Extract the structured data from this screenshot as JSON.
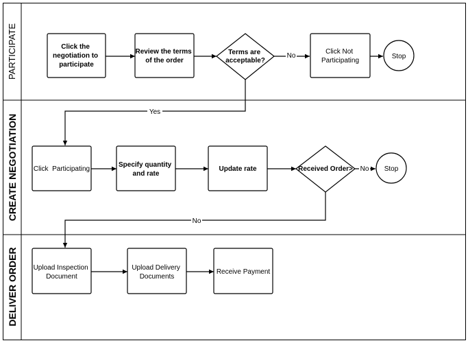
{
  "lanes": {
    "participate": "PARTICIPATE",
    "create_negotiation": "CREATE NEGOTIATION",
    "deliver_order": "DELIVER ORDER"
  },
  "nodes": {
    "click_negotiation": [
      "Click the",
      "negotiation to",
      "participate"
    ],
    "review_terms": [
      "Review the terms",
      "of the order"
    ],
    "terms_acceptable": [
      "Terms are",
      "acceptable?"
    ],
    "click_not_participating": [
      "Click Not",
      "Participating"
    ],
    "stop_1": "Stop",
    "click_participating": "Click  Participating",
    "specify_quantity": [
      "Specify quantity",
      "and rate"
    ],
    "update_rate": "Update rate",
    "received_order": "Received Order>",
    "stop_2": "Stop",
    "upload_inspection": [
      "Upload Inspection",
      "Document"
    ],
    "upload_delivery": [
      "Upload Delivery",
      "Documents"
    ],
    "receive_payment": "Receive Payment"
  },
  "edges": {
    "no_1": "No",
    "yes_1": "Yes",
    "no_2": "No",
    "no_3": "No"
  }
}
